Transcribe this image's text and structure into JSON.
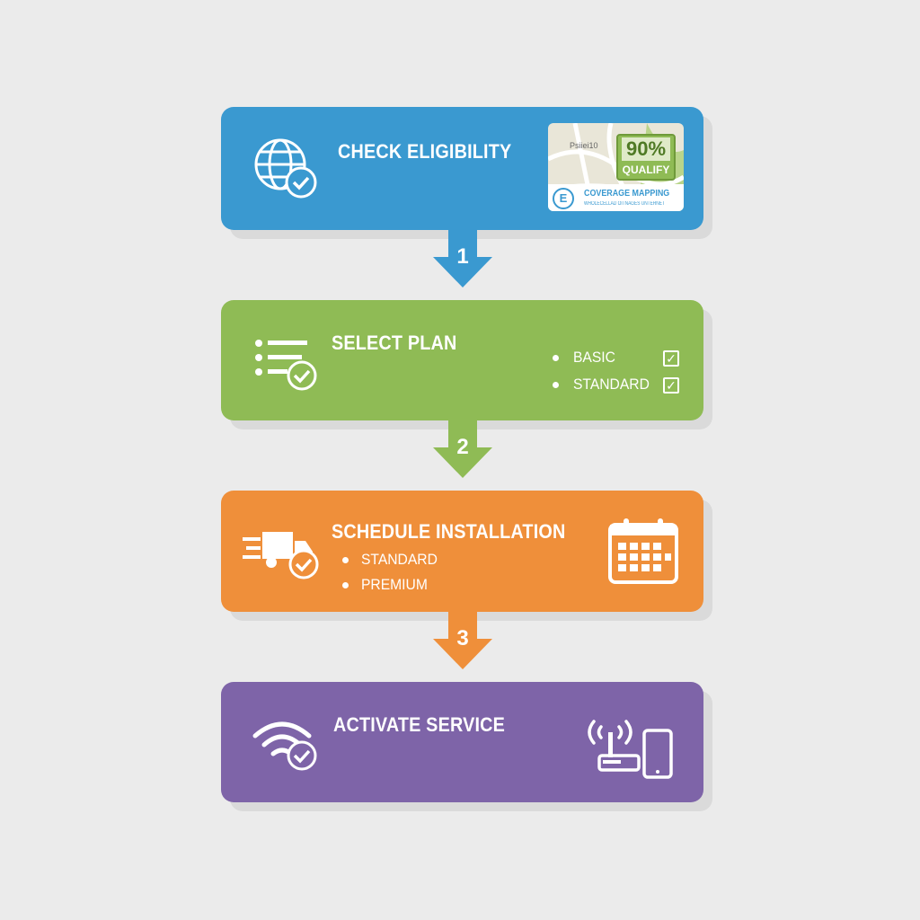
{
  "colors": {
    "step1": "#3a99d0",
    "step2": "#8fbb55",
    "step3": "#ef8f3a",
    "step4": "#7e64a8",
    "background": "#ebebeb"
  },
  "steps": [
    {
      "number": "1",
      "title": "CHECK ELIGIBILITY",
      "icon": "globe-check-icon",
      "map_card": {
        "place_label": "Psiiei10",
        "badge_value": "90%",
        "badge_label": "QUALIFY",
        "heading": "COVERAGE MAPPING",
        "subtitle": "WHOLECELLAD OITNAGES UNTERNET"
      }
    },
    {
      "number": "2",
      "title": "SELECT PLAN",
      "icon": "list-check-icon",
      "options": [
        "BASIC",
        "STANDARD"
      ]
    },
    {
      "number": "3",
      "title": "SCHEDULE INSTALLATION",
      "icon": "delivery-truck-check-icon",
      "options": [
        "STANDARD",
        "PREMIUM"
      ],
      "side_icon": "calendar-icon"
    },
    {
      "title": "ACTIVATE SERVICE",
      "icon": "wifi-check-icon",
      "side_icon": "router-phone-icon"
    }
  ]
}
